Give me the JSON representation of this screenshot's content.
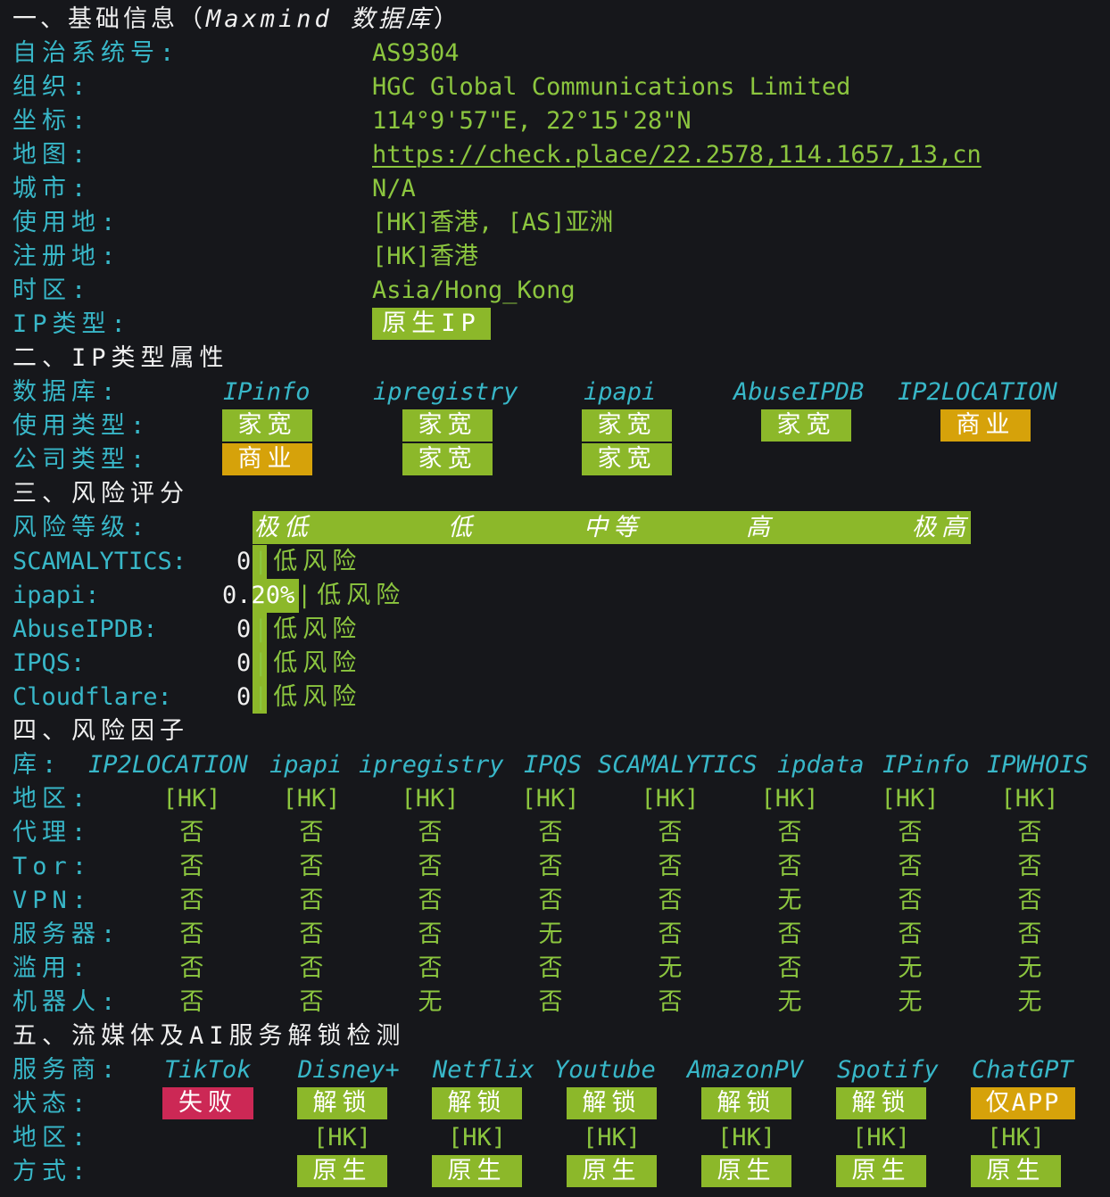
{
  "s1": {
    "title": "一、基础信息（",
    "title_italic": "Maxmind 数据库",
    "title_end": "）",
    "labels": {
      "asn": "自治系统号:",
      "org": "组织:",
      "coords": "坐标:",
      "map": "地图:",
      "city": "城市:",
      "usage": "使用地:",
      "reg": "注册地:",
      "tz": "时区:",
      "iptype": "IP类型:"
    },
    "values": {
      "asn": "AS9304",
      "org": "HGC Global Communications Limited",
      "coords": "114°9'57\"E, 22°15'28\"N",
      "map": "https://check.place/22.2578,114.1657,13,cn",
      "city": "N/A",
      "usage": "[HK]香港, [AS]亚洲",
      "reg": "[HK]香港",
      "tz": "Asia/Hong_Kong",
      "iptype": "原生IP"
    }
  },
  "s2": {
    "title": "二、IP类型属性",
    "labels": {
      "db": "数据库:",
      "usage": "使用类型:",
      "company": "公司类型:"
    },
    "dbs": [
      "IPinfo",
      "ipregistry",
      "ipapi",
      "AbuseIPDB",
      "IP2LOCATION"
    ],
    "usage": [
      "家宽",
      "家宽",
      "家宽",
      "家宽",
      "商业"
    ],
    "company": [
      "商业",
      "家宽",
      "家宽"
    ],
    "colors": {
      "green": "#8cb82a",
      "yellow": "#d6a20a",
      "red": "#cc2855"
    }
  },
  "s3": {
    "title": "三、风险评分",
    "label_level": "风险等级:",
    "scale": {
      "very_low": "极低",
      "low": "低",
      "medium": "中等",
      "high": "高",
      "very_high": "极高"
    },
    "rows": [
      {
        "name": "SCAMALYTICS:",
        "score": "0",
        "bar_text": "|低风险"
      },
      {
        "name": "ipapi:",
        "score": "0.",
        "score2": "20%",
        "bar_text": "|低风险"
      },
      {
        "name": "AbuseIPDB:",
        "score": "0",
        "bar_text": "|低风险"
      },
      {
        "name": "IPQS:",
        "score": "0",
        "bar_text": "|低风险"
      },
      {
        "name": "Cloudflare:",
        "score": "0",
        "bar_text": "|低风险"
      }
    ]
  },
  "s4": {
    "title": "四、风险因子",
    "label_db": "库:",
    "dbs": [
      "IP2LOCATION",
      "ipapi",
      "ipregistry",
      "IPQS",
      "SCAMALYTICS",
      "ipdata",
      "IPinfo",
      "IPWHOIS"
    ],
    "rows": [
      {
        "label": "地区:",
        "values": [
          "[HK]",
          "[HK]",
          "[HK]",
          "[HK]",
          "[HK]",
          "[HK]",
          "[HK]",
          "[HK]"
        ]
      },
      {
        "label": "代理:",
        "values": [
          "否",
          "否",
          "否",
          "否",
          "否",
          "否",
          "否",
          "否"
        ]
      },
      {
        "label": "Tor:",
        "values": [
          "否",
          "否",
          "否",
          "否",
          "否",
          "否",
          "否",
          "否"
        ]
      },
      {
        "label": "VPN:",
        "values": [
          "否",
          "否",
          "否",
          "否",
          "否",
          "无",
          "否",
          "否"
        ]
      },
      {
        "label": "服务器:",
        "values": [
          "否",
          "否",
          "否",
          "无",
          "否",
          "否",
          "否",
          "否"
        ]
      },
      {
        "label": "滥用:",
        "values": [
          "否",
          "否",
          "否",
          "否",
          "无",
          "否",
          "无",
          "无"
        ]
      },
      {
        "label": "机器人:",
        "values": [
          "否",
          "否",
          "无",
          "否",
          "否",
          "无",
          "无",
          "无"
        ]
      }
    ]
  },
  "s5": {
    "title": "五、流媒体及AI服务解锁检测",
    "labels": {
      "provider": "服务商:",
      "status": "状态:",
      "region": "地区:",
      "method": "方式:"
    },
    "services": [
      {
        "name": "TikTok",
        "status": "失败",
        "region": "",
        "method": ""
      },
      {
        "name": "Disney+",
        "status": "解锁",
        "region": "[HK]",
        "method": "原生"
      },
      {
        "name": "Netflix",
        "status": "解锁",
        "region": "[HK]",
        "method": "原生"
      },
      {
        "name": "Youtube",
        "status": "解锁",
        "region": "[HK]",
        "method": "原生"
      },
      {
        "name": "AmazonPV",
        "status": "解锁",
        "region": "[HK]",
        "method": "原生"
      },
      {
        "name": "Spotify",
        "status": "解锁",
        "region": "[HK]",
        "method": "原生"
      },
      {
        "name": "ChatGPT",
        "status": "仅APP",
        "region": "[HK]",
        "method": "原生"
      }
    ]
  }
}
